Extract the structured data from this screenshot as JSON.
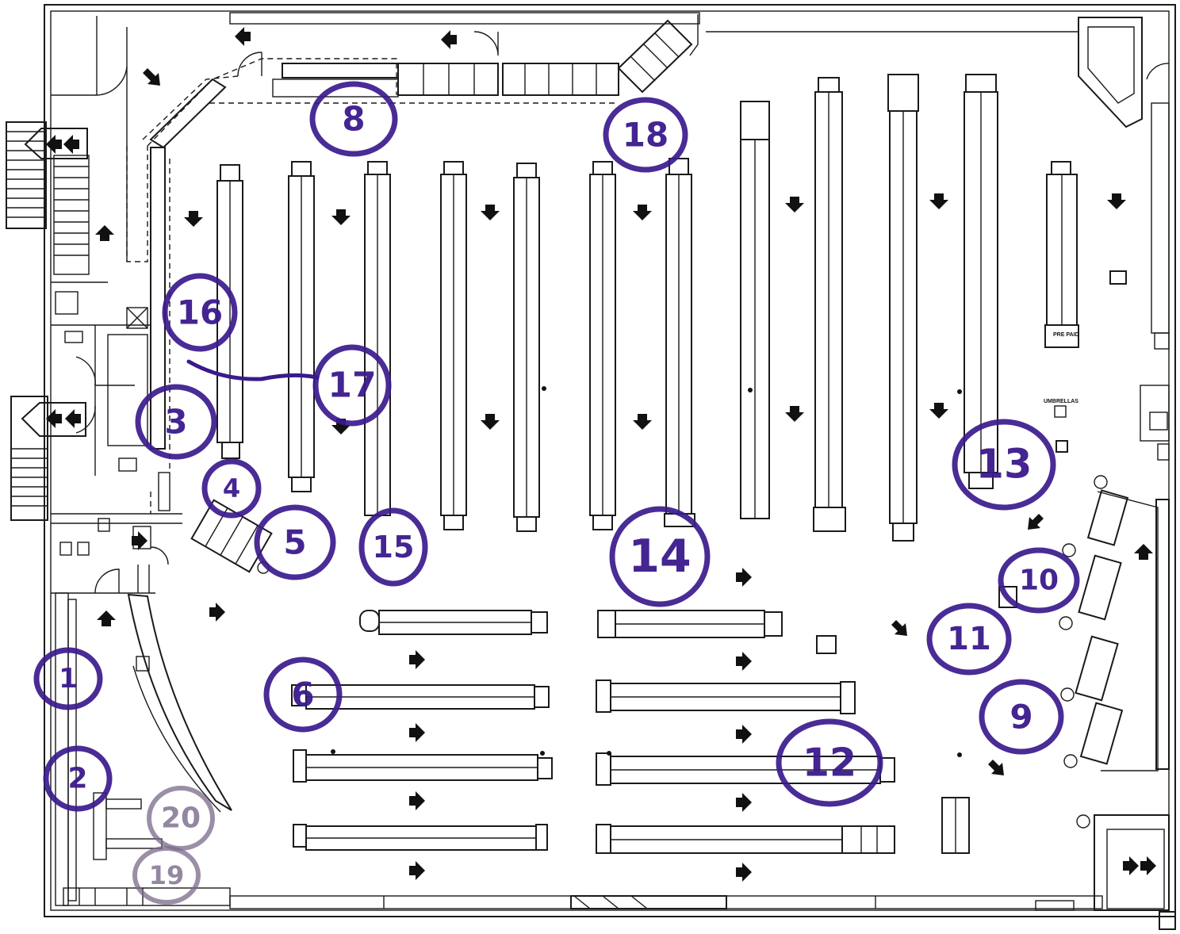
{
  "colors": {
    "linework": "#1a1a1a",
    "marker": "#3a1a8c",
    "marker_faded": "#7a6a8a",
    "paper": "#ffffff"
  },
  "signage": {
    "prepaid": "PRE PAID",
    "umbrellas": "UMBRELLAS"
  },
  "markers": [
    {
      "id": "1",
      "label": "1",
      "faded": false
    },
    {
      "id": "2",
      "label": "2",
      "faded": false
    },
    {
      "id": "3",
      "label": "3",
      "faded": false
    },
    {
      "id": "4",
      "label": "4",
      "faded": false
    },
    {
      "id": "5",
      "label": "5",
      "faded": false
    },
    {
      "id": "6",
      "label": "6",
      "faded": false
    },
    {
      "id": "8",
      "label": "8",
      "faded": false
    },
    {
      "id": "9",
      "label": "9",
      "faded": false
    },
    {
      "id": "10",
      "label": "10",
      "faded": false
    },
    {
      "id": "11",
      "label": "11",
      "faded": false
    },
    {
      "id": "12",
      "label": "12",
      "faded": false
    },
    {
      "id": "13",
      "label": "13",
      "faded": false
    },
    {
      "id": "14",
      "label": "14",
      "faded": false
    },
    {
      "id": "15",
      "label": "15",
      "faded": false
    },
    {
      "id": "16",
      "label": "16",
      "faded": false
    },
    {
      "id": "17",
      "label": "17",
      "faded": false
    },
    {
      "id": "18",
      "label": "18",
      "faded": false
    },
    {
      "id": "19",
      "label": "19",
      "faded": true
    },
    {
      "id": "20",
      "label": "20",
      "faded": true
    }
  ]
}
